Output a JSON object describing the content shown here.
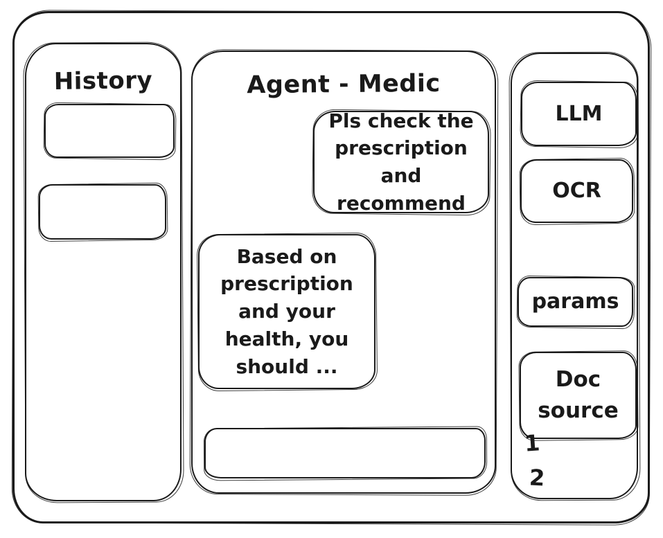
{
  "history": {
    "heading": "History",
    "items": [
      {
        "label": ""
      },
      {
        "label": ""
      }
    ]
  },
  "chat": {
    "title": "Agent - Medic",
    "messages": [
      {
        "role": "user",
        "text": "Pls check the\nprescription\nand recommend"
      },
      {
        "role": "agent",
        "text": "Based on\nprescription\nand your\nhealth, you\nshould ..."
      }
    ],
    "input": {
      "value": ""
    }
  },
  "tools": {
    "llm_label": "LLM",
    "ocr_label": "OCR",
    "params_label": "params",
    "doc_source_label": "Doc\nsource",
    "doc_items": [
      "1",
      "2"
    ]
  },
  "colors": {
    "ink": "#1a1a1a",
    "background": "#ffffff"
  }
}
